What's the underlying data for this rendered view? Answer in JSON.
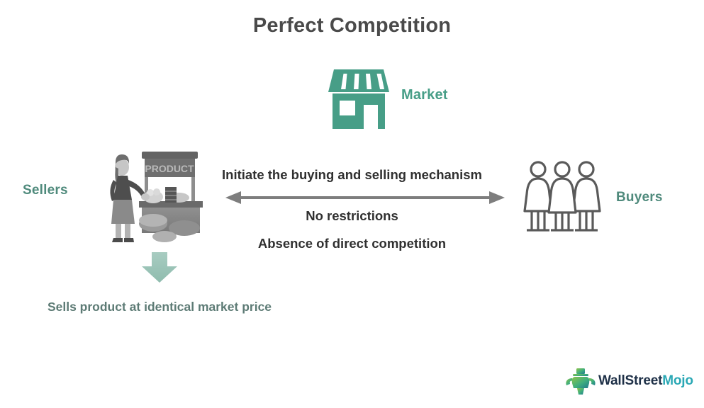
{
  "page": {
    "title": "Perfect Competition",
    "background_color": "#ffffff"
  },
  "colors": {
    "title_gray": "#4a4a4a",
    "teal_accent": "#479e87",
    "teal_label": "#4f8a7c",
    "body_dark": "#303030",
    "sage_arrow": "#9cc4b8",
    "note_gray_teal": "#5d7b75",
    "arrow_gray": "#7e7e7e",
    "logo_navy": "#1f3148",
    "logo_cyan": "#2ba8b5"
  },
  "market": {
    "label": "Market",
    "icon": "storefront-icon"
  },
  "sellers": {
    "label": "Sellers",
    "illustration": "market-stall-vendor-illustration",
    "stall_sign_text": "PRODUCT",
    "arrow_icon": "down-arrow-icon",
    "note": "Sells product at identical market price"
  },
  "buyers": {
    "label": "Buyers",
    "icon": "three-people-icon"
  },
  "exchange": {
    "arrow_icon": "double-headed-arrow-icon",
    "lines": [
      "Initiate the buying and selling mechanism",
      "No restrictions",
      "Absence of direct competition"
    ]
  },
  "branding": {
    "logo_icon": "wallstreetmojo-bull-icon",
    "name_part_1": "WallStreet",
    "name_part_2": "Mojo"
  }
}
